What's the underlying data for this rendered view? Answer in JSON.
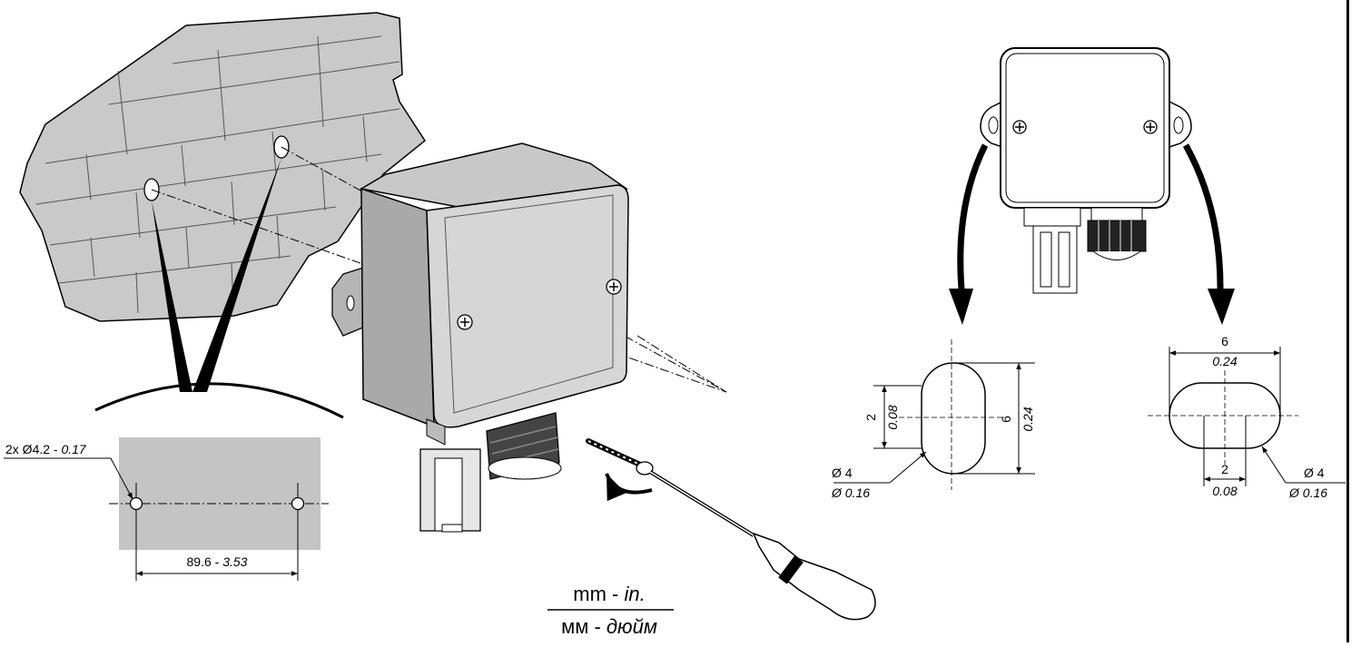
{
  "units": {
    "metric_prefix": "mm - ",
    "imperial": "in.",
    "ru_metric_prefix": "мм - ",
    "ru_imperial": "дюйм"
  },
  "holes": {
    "label_prefix": "2x Ø4.2 - ",
    "label_inch": "0.17",
    "spacing_mm": "89.6 - ",
    "spacing_in": "3.53"
  },
  "slot_vertical": {
    "width_mm": "2",
    "width_in": "0.08",
    "length_mm": "6",
    "length_in": "0.24",
    "dia_mm": "Ø 4",
    "dia_in": "Ø 0.16"
  },
  "slot_horizontal": {
    "length_mm": "6",
    "length_in": "0.24",
    "width_mm": "2",
    "width_in": "0.08",
    "dia_mm": "Ø 4",
    "dia_in": "Ø 0.16"
  },
  "colors": {
    "wall": "#c9c9c9",
    "housing": "#d6d6d6",
    "housing_dark": "#9a9a9a",
    "template": "#c4c4c4"
  }
}
